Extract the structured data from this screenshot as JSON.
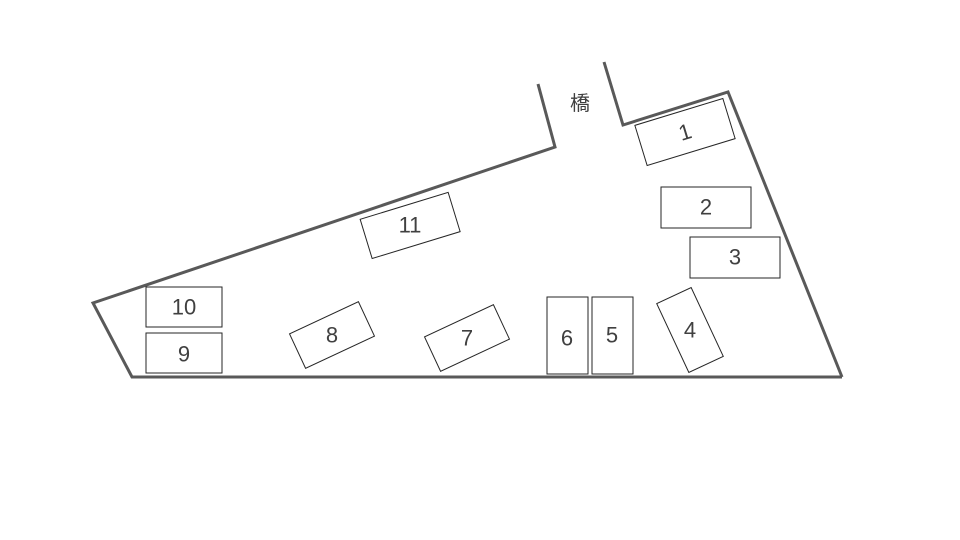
{
  "bridge_label": "橋",
  "slots": [
    {
      "id": "1",
      "label": "1"
    },
    {
      "id": "2",
      "label": "2"
    },
    {
      "id": "3",
      "label": "3"
    },
    {
      "id": "4",
      "label": "4"
    },
    {
      "id": "5",
      "label": "5"
    },
    {
      "id": "6",
      "label": "6"
    },
    {
      "id": "7",
      "label": "7"
    },
    {
      "id": "8",
      "label": "8"
    },
    {
      "id": "9",
      "label": "9"
    },
    {
      "id": "10",
      "label": "10"
    },
    {
      "id": "11",
      "label": "11"
    }
  ]
}
